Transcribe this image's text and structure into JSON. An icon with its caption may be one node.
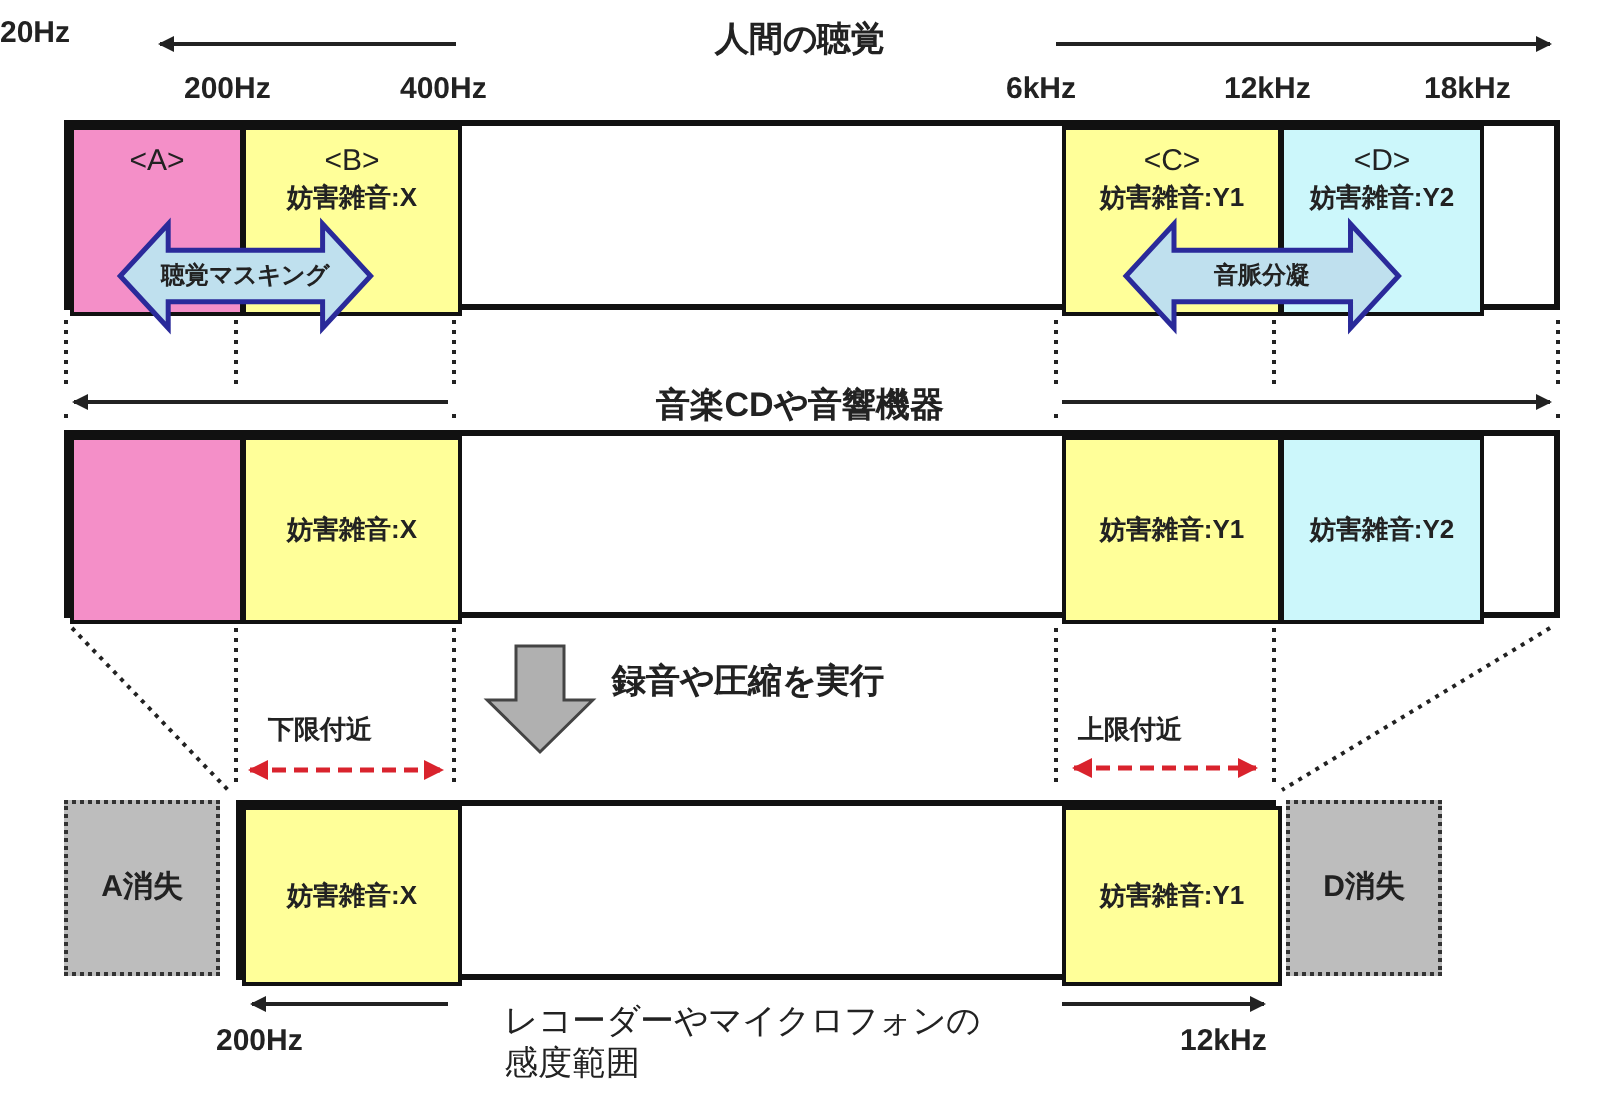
{
  "diagram": {
    "nodes": [
      {
        "text": [],
        "shape": "bar"
      },
      {
        "text": [
          "<A>"
        ],
        "in": 0
      },
      {
        "text": [
          "<B>",
          "妨害雑音:X"
        ],
        "in": 0
      },
      {
        "text": [
          "<C>",
          "妨害雑音:Y1"
        ],
        "in": 0
      },
      {
        "text": [
          "<D>",
          "妨害雑音:Y2"
        ],
        "in": 0
      },
      {
        "text": [],
        "shape": "bar"
      },
      {
        "text": [],
        "shape": "box",
        "in": 5
      },
      {
        "text": [
          "妨害雑音:X"
        ],
        "in": 5
      },
      {
        "text": [
          "妨害雑音:Y1"
        ],
        "in": 5
      },
      {
        "text": [
          "妨害雑音:Y2"
        ],
        "in": 5
      },
      {
        "text": [
          "A消失"
        ]
      },
      {
        "text": [],
        "shape": "bar"
      },
      {
        "text": [
          "妨害雑音:X"
        ],
        "in": 11
      },
      {
        "text": [
          "妨害雑音:Y1"
        ],
        "in": 11
      },
      {
        "text": [
          "D消失"
        ]
      }
    ],
    "edges": [
      {
        "from": 1,
        "to": 2,
        "arrow": "both",
        "label": "聴覚マスキング"
      },
      {
        "from": 3,
        "to": 4,
        "arrow": "both",
        "label": "音脈分凝"
      },
      {
        "from": 5,
        "to": 11,
        "arrow": "to",
        "label": "録音や圧縮を実行"
      }
    ],
    "labels": [
      "20Hz",
      "人間の聴覚",
      "200Hz",
      "400Hz",
      "6kHz",
      "12kHz",
      "18kHz",
      "音楽CDや音響機器",
      "下限付近",
      "上限付近",
      "200Hz",
      "レコーダーやマイクロフォンの感度範囲",
      "12kHz"
    ]
  }
}
